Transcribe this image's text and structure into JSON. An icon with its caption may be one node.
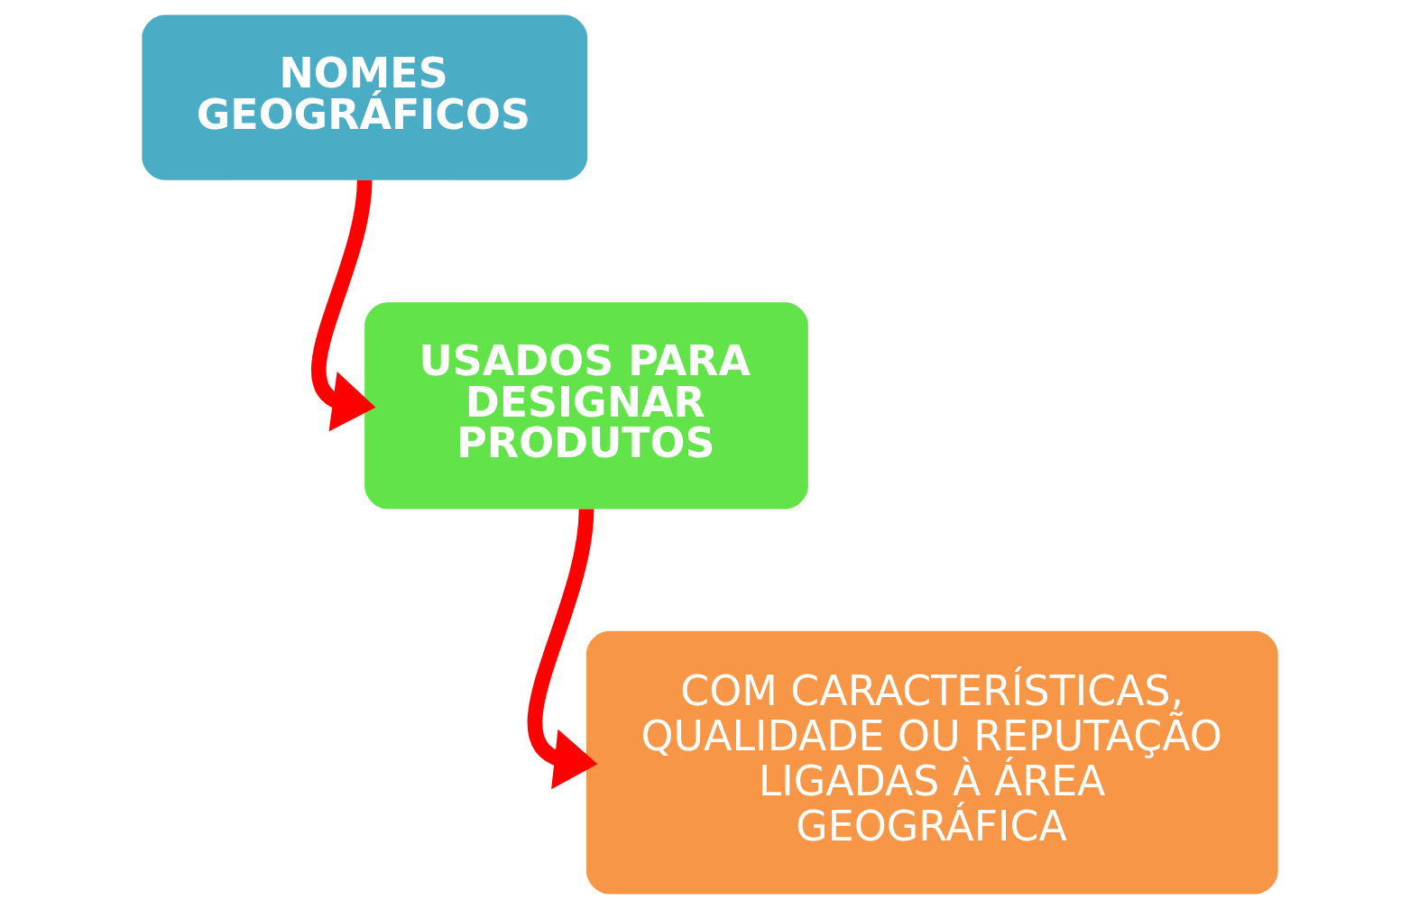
{
  "diagram": {
    "nodes": [
      {
        "text": [
          "NOMES GEOGRÁFICOS"
        ]
      },
      {
        "text": [
          "USADOS PARA DESIGNAR PRODUTOS"
        ]
      },
      {
        "text": [
          "COM CARACTERÍSTICAS, QUALIDADE OU REPUTAÇÃO LIGADAS À ÁREA GEOGRÁFICA"
        ]
      }
    ],
    "edges": [
      {
        "from": 0,
        "to": 1,
        "arrow": "to"
      },
      {
        "from": 1,
        "to": 2,
        "arrow": "to"
      }
    ]
  }
}
